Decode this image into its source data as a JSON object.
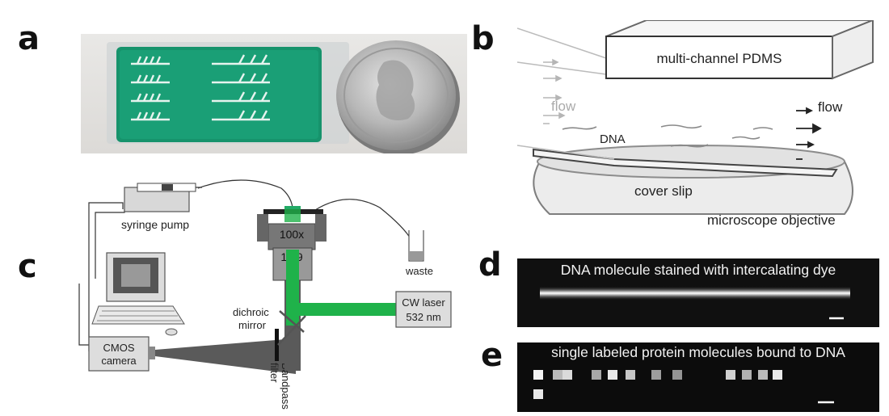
{
  "panel_letters": {
    "a": "a",
    "b": "b",
    "c": "c",
    "d": "d",
    "e": "e"
  },
  "panel_b": {
    "pdms_label": "multi-channel PDMS",
    "flow_left": "flow",
    "flow_right": "flow",
    "dna_label": "DNA",
    "cover_slip_label": "cover slip",
    "objective_label": "microscope objective"
  },
  "panel_c": {
    "syringe_pump_label": "syringe pump",
    "objective_mag": "100x",
    "objective_na": "1.49",
    "waste_label": "waste",
    "dichroic_line1": "dichroic",
    "dichroic_line2": "mirror",
    "laser_line1": "CW laser",
    "laser_line2": "532 nm",
    "camera_line1": "CMOS",
    "camera_line2": "camera",
    "filter_line1": "Bandpass",
    "filter_line2": "filter",
    "laser_color": "#1fb24a"
  },
  "panel_d": {
    "caption": "DNA molecule stained with intercalating dye"
  },
  "panel_e": {
    "caption": "single labeled protein molecules bound to DNA",
    "spot_intensities": [
      0.95,
      0.7,
      0.85,
      0.6,
      0.9,
      0.75,
      0.55,
      0.5,
      0.8,
      0.65,
      0.7,
      0.9
    ]
  }
}
